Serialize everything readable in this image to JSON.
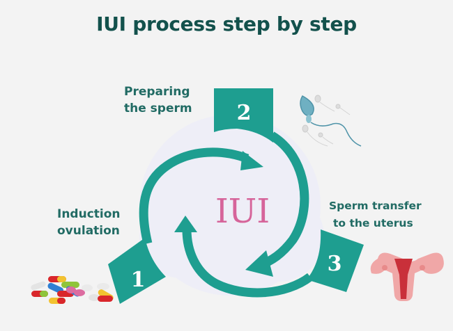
{
  "title": "IUI process step by step",
  "center_label": "IUI",
  "colors": {
    "accent": "#1e9e90",
    "title": "#13514c",
    "label": "#216b64",
    "center": "#d6649a",
    "background": "#f3f3f3"
  },
  "steps": [
    {
      "number": "1",
      "lines": [
        "Induction",
        "ovulation"
      ],
      "icon": "pills-icon"
    },
    {
      "number": "2",
      "lines": [
        "Preparing",
        "the sperm"
      ],
      "icon": "sperm-icon"
    },
    {
      "number": "3",
      "lines": [
        "Sperm transfer",
        "to the uterus"
      ],
      "icon": "uterus-icon"
    }
  ]
}
